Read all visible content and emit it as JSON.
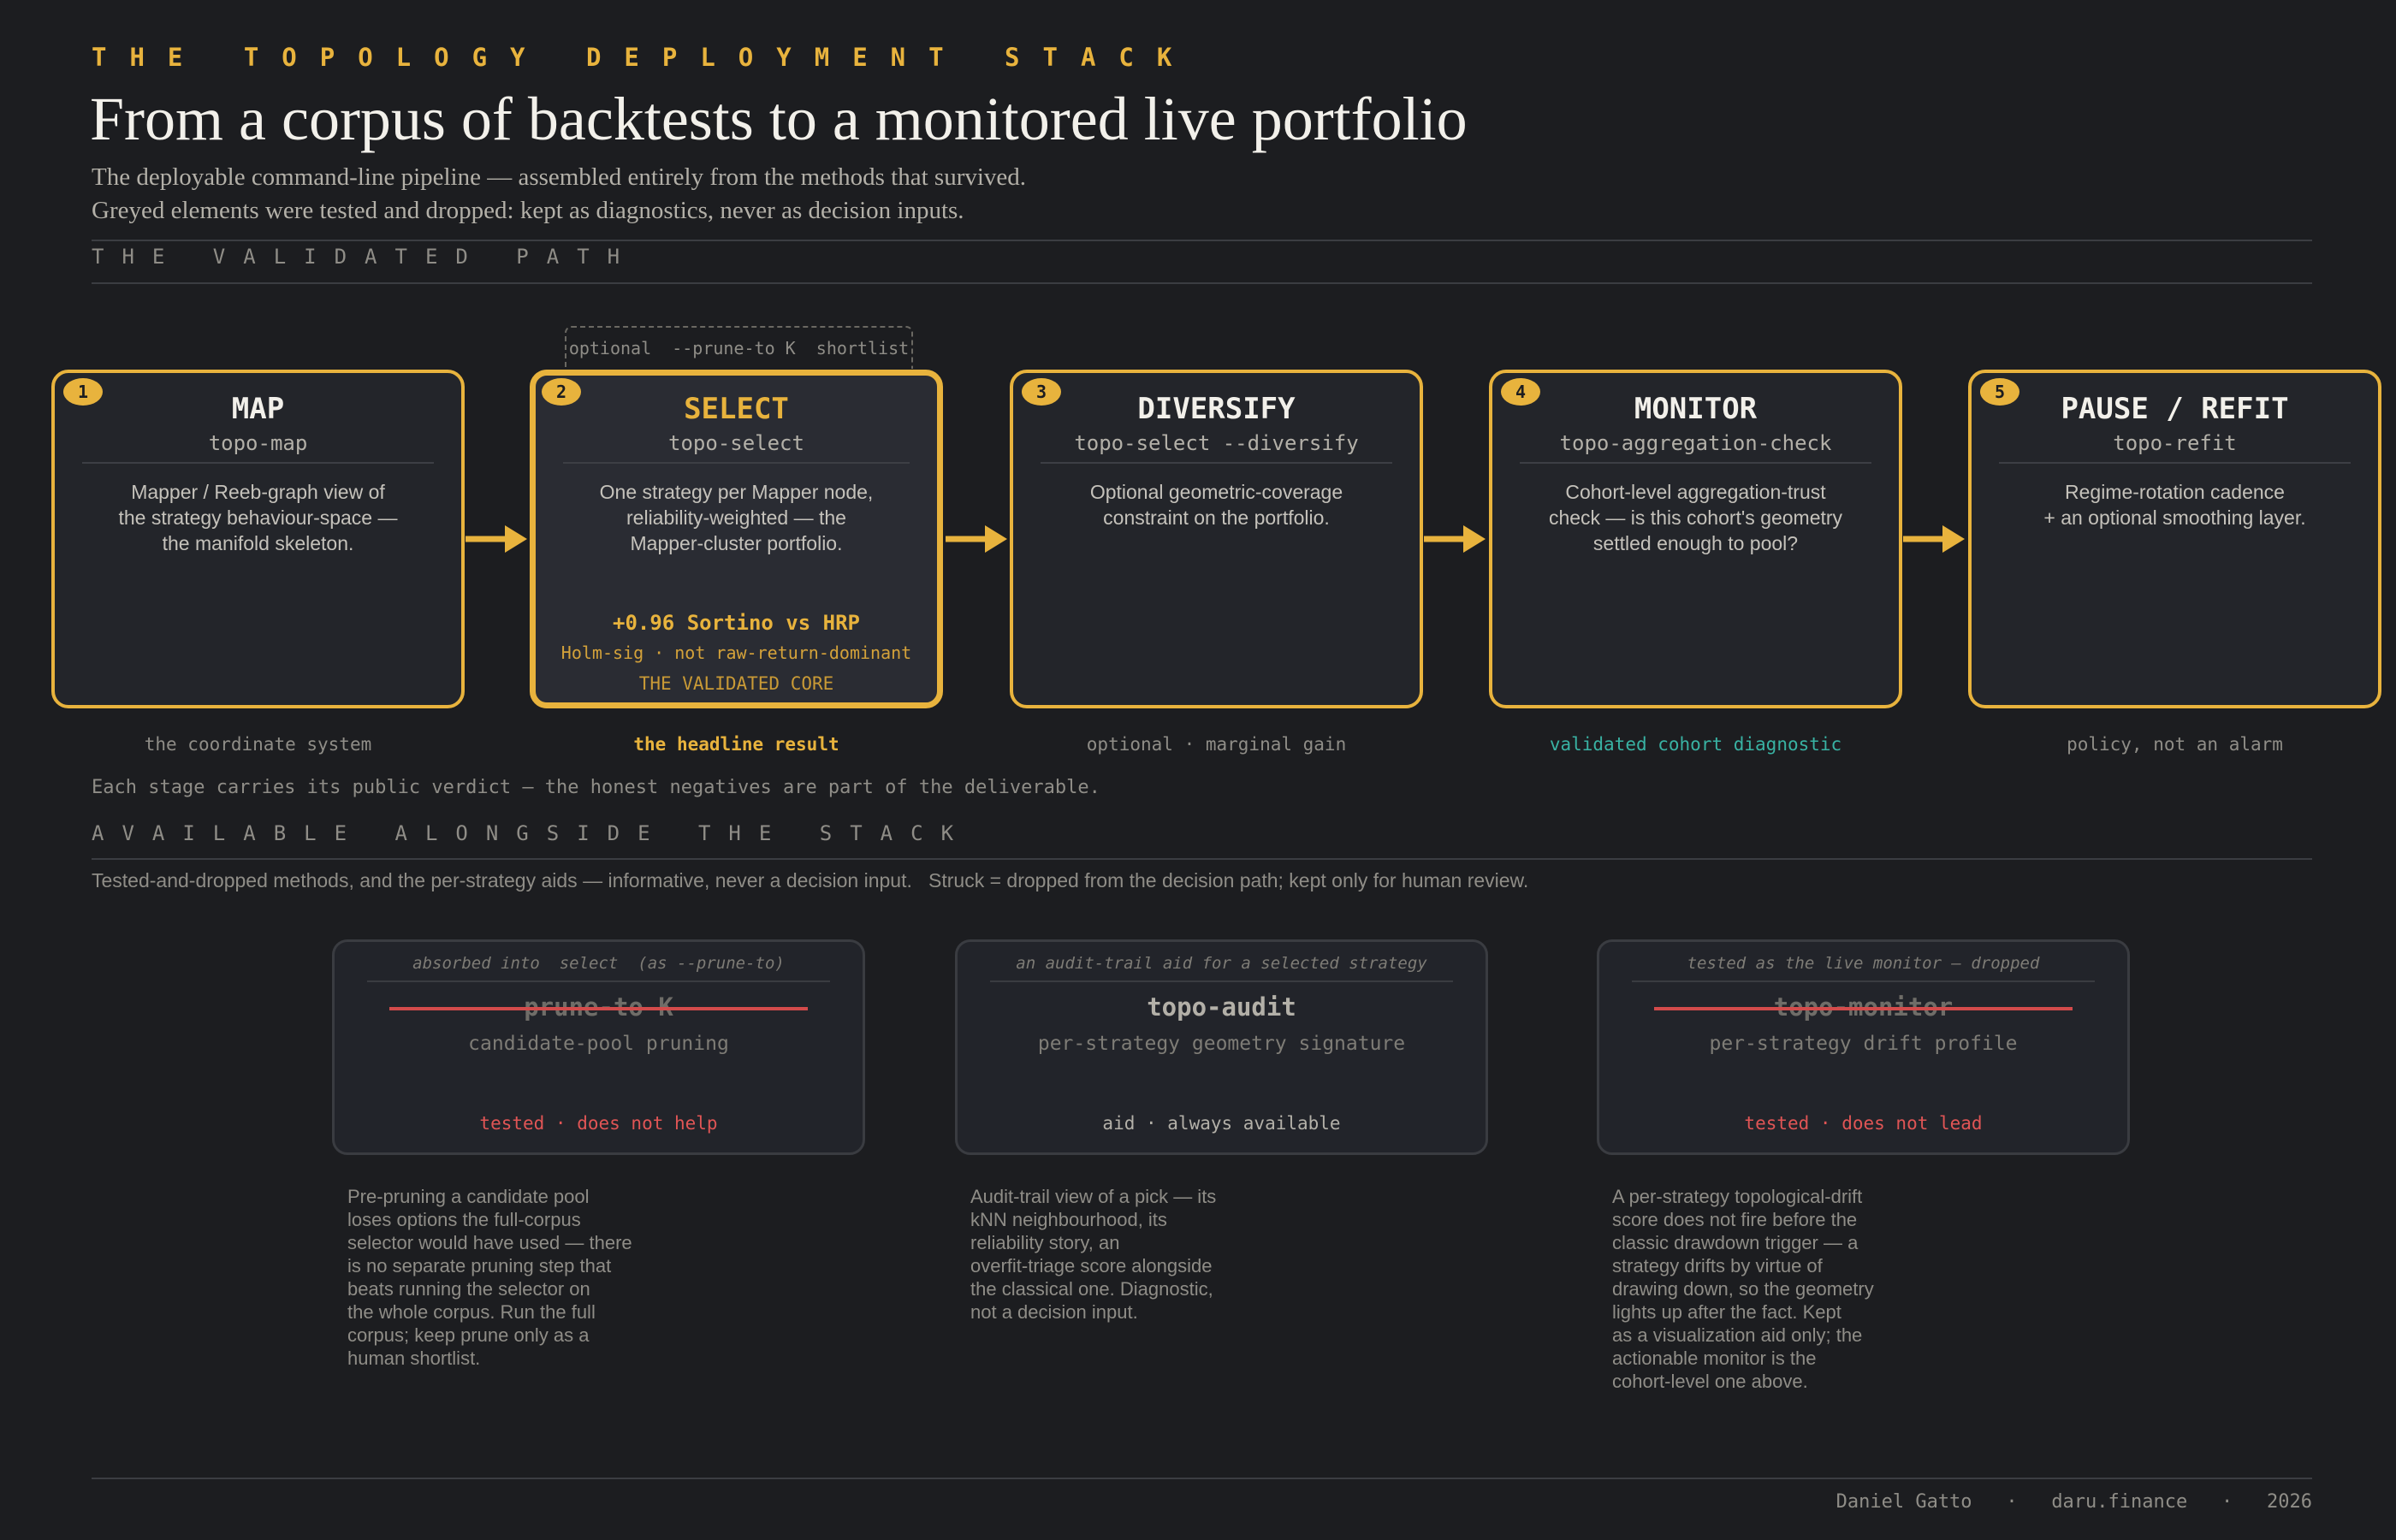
{
  "header": {
    "eyebrow": "THE TOPOLOGY DEPLOYMENT STACK",
    "title": "From a corpus of backtests to a monitored live portfolio",
    "subtitle_line1": "The deployable command-line pipeline — assembled entirely from the methods that survived.",
    "subtitle_line2": "Greyed elements were tested and dropped: kept as diagnostics, never as decision inputs."
  },
  "validated_path": {
    "label": "THE VALIDATED PATH",
    "optional_note": "optional  --prune-to K  shortlist",
    "stages": [
      {
        "number": "1",
        "title": "MAP",
        "command": "topo-map",
        "description": "Mapper / Reeb-graph view of\nthe strategy behaviour-space —\nthe manifold skeleton.",
        "verdict": "the coordinate system"
      },
      {
        "number": "2",
        "title": "SELECT",
        "command": "topo-select",
        "description": "One strategy per Mapper node,\nreliability-weighted — the\nMapper-cluster portfolio.",
        "metric": "+0.96 Sortino vs HRP",
        "significance": "Holm-sig · not raw-return-dominant",
        "tag": "THE VALIDATED CORE",
        "verdict": "the headline result"
      },
      {
        "number": "3",
        "title": "DIVERSIFY",
        "command": "topo-select --diversify",
        "description": "Optional geometric-coverage\nconstraint on the portfolio.",
        "verdict": "optional · marginal gain"
      },
      {
        "number": "4",
        "title": "MONITOR",
        "command": "topo-aggregation-check",
        "description": "Cohort-level aggregation-trust\ncheck — is this cohort's geometry\nsettled enough to pool?",
        "verdict": "validated cohort diagnostic"
      },
      {
        "number": "5",
        "title": "PAUSE / REFIT",
        "command": "topo-refit",
        "description": "Regime-rotation cadence\n+ an optional smoothing layer.",
        "verdict": "policy, not an alarm"
      }
    ],
    "footnote": "Each stage carries its public verdict — the honest negatives are part of the deliverable."
  },
  "alongside": {
    "label": "AVAILABLE ALONGSIDE THE STACK",
    "intro": "Tested-and-dropped methods, and the per-strategy aids — informative, never a decision input.   Struck = dropped from the decision path; kept only for human review.",
    "cards": [
      {
        "header": "absorbed into  select  (as --prune-to)",
        "name": "— prune-to K —",
        "struck": true,
        "subtitle": "candidate-pool pruning",
        "status": "tested · does not help",
        "description": "Pre-pruning a candidate pool\nloses options the full-corpus\nselector would have used — there\nis no separate pruning step that\nbeats running the selector on\nthe whole corpus. Run the full\ncorpus; keep prune only as a\nhuman shortlist."
      },
      {
        "header": "an audit-trail aid for a selected strategy",
        "name": "topo-audit",
        "struck": false,
        "subtitle": "per-strategy geometry signature",
        "status": "aid · always available",
        "description": "Audit-trail view of a pick — its\nkNN neighbourhood, its\nreliability story, an\noverfit-triage score alongside\nthe classical one. Diagnostic,\nnot a decision input."
      },
      {
        "header": "tested as the live monitor — dropped",
        "name": "topo-monitor",
        "struck": true,
        "subtitle": "per-strategy drift profile",
        "status": "tested · does not lead",
        "description": "A per-strategy topological-drift\nscore does not fire before the\nclassic drawdown trigger — a\nstrategy drifts by virtue of\ndrawing down, so the geometry\nlights up after the fact. Kept\nas a visualization aid only; the\nactionable monitor is the\ncohort-level one above."
      }
    ]
  },
  "footer": {
    "author": "Daniel Gatto",
    "site": "daru.finance",
    "year": "2026",
    "separator": "·"
  },
  "colors": {
    "background": "#1c1d20",
    "accent": "#e8b33d",
    "teal": "#39b2a3",
    "red": "#d34b4b"
  }
}
